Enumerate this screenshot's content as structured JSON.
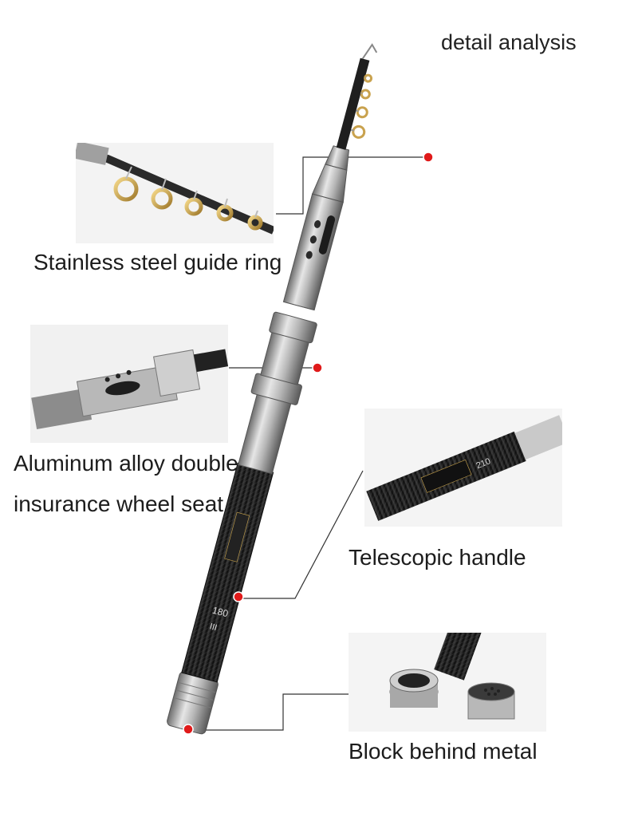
{
  "header": {
    "title": "detail analysis"
  },
  "callouts": [
    {
      "label": "Stainless steel guide ring"
    },
    {
      "label_line1": "Aluminum alloy double",
      "label_line2": "insurance wheel seat"
    },
    {
      "label": "Telescopic handle"
    },
    {
      "label": "Block behind metal"
    }
  ],
  "rod_markings": {
    "length_text": "180",
    "grade_text": "III",
    "handle_length_text": "210"
  },
  "colors": {
    "marker": "#e01a1a",
    "leader_line": "#333333",
    "carbon": "#1b1b1b",
    "metal": "#a9a9a9"
  }
}
